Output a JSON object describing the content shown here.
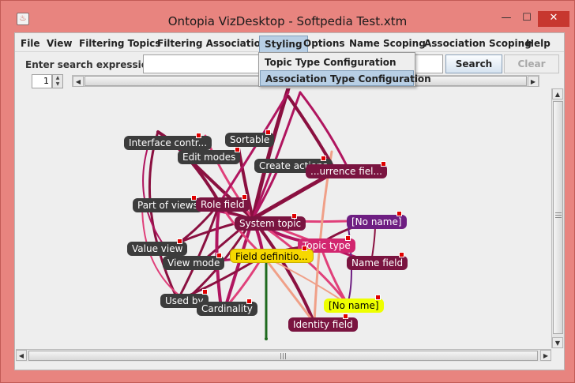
{
  "window": {
    "title": "Ontopia VizDesktop - Softpedia Test.xtm",
    "controls": {
      "minimize": "—",
      "maximize": "☐",
      "close": "✕"
    }
  },
  "menu": {
    "items": [
      "File",
      "View",
      "Filtering Topics",
      "Filtering Associations",
      "Styling",
      "Options",
      "Name Scoping",
      "Association Scoping",
      "Help"
    ],
    "open_item": "Styling"
  },
  "styling_menu": {
    "items": [
      "Topic Type Configuration",
      "Association Type Configuration"
    ],
    "selected": "Association Type Configuration"
  },
  "search": {
    "label": "Enter search expression",
    "value": "",
    "search_button": "Search",
    "clear_button": "Clear"
  },
  "spinner": {
    "value": "1"
  },
  "graph": {
    "nodes": [
      {
        "id": "interface",
        "label": "Interface contr..."
      },
      {
        "id": "sortable",
        "label": "Sortable"
      },
      {
        "id": "editmodes",
        "label": "Edit modes"
      },
      {
        "id": "createactions",
        "label": "Create actions"
      },
      {
        "id": "occurrence",
        "label": "...urrence fiel..."
      },
      {
        "id": "partofviews",
        "label": "Part of views"
      },
      {
        "id": "rolefield",
        "label": "Role field"
      },
      {
        "id": "systemtopic",
        "label": "System topic"
      },
      {
        "id": "noname1",
        "label": "[No name]"
      },
      {
        "id": "valueview",
        "label": "Value view"
      },
      {
        "id": "topictype",
        "label": "Topic type"
      },
      {
        "id": "fielddef",
        "label": "Field definitio..."
      },
      {
        "id": "viewmode",
        "label": "View mode"
      },
      {
        "id": "namefield",
        "label": "Name field"
      },
      {
        "id": "usedby",
        "label": "Used by"
      },
      {
        "id": "cardinality",
        "label": "Cardinality"
      },
      {
        "id": "noname2",
        "label": "[No name]"
      },
      {
        "id": "identityfield",
        "label": "Identity field"
      }
    ],
    "edge_colors": {
      "maroon": "#8a1040",
      "pink": "#e0407a",
      "magenta": "#b0155f",
      "peach": "#f0a088",
      "green": "#1e6a1e"
    }
  }
}
